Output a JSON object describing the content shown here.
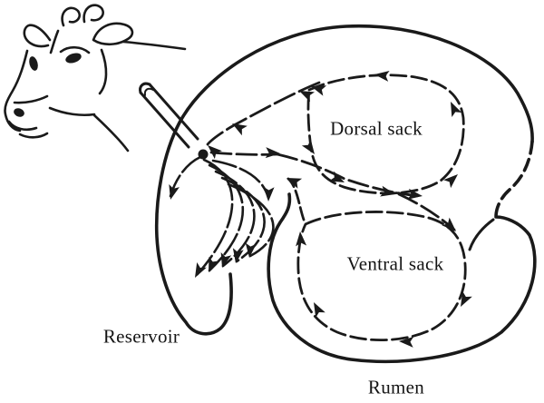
{
  "diagram": {
    "labels": {
      "dorsal_sack": "Dorsal sack",
      "ventral_sack": "Ventral sack",
      "reservoir": "Reservoir",
      "rumen": "Rumen"
    },
    "colors": {
      "ink": "#1a1a1a",
      "background": "#ffffff"
    }
  }
}
